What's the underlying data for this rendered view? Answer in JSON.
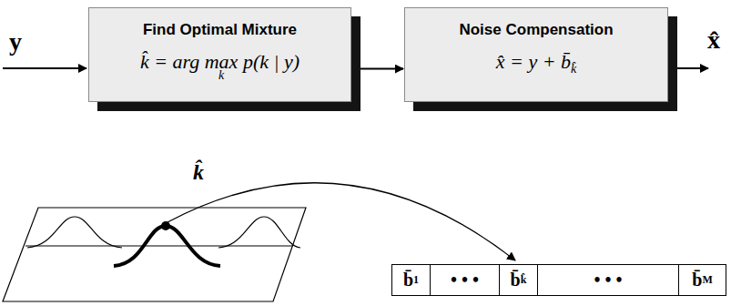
{
  "diagram": {
    "nodes": [
      {
        "text": [
          "Find Optimal Mixture",
          "k̂ = arg max p(k | y)",
          "k"
        ]
      },
      {
        "text": [
          "Noise Compensation",
          "x̂ = y + b̄",
          "k̂"
        ]
      },
      {
        "text": [
          "b̄",
          "1"
        ]
      },
      {
        "text": [
          "• • •"
        ]
      },
      {
        "text": [
          "b̄",
          "k̂"
        ]
      },
      {
        "text": [
          "• • •"
        ]
      },
      {
        "text": [
          "b̄",
          "M"
        ]
      }
    ],
    "edges": [
      {
        "from": 0,
        "to": 1,
        "arrow": "to"
      }
    ],
    "labels": [
      "y",
      "x̂",
      "k̂"
    ]
  }
}
